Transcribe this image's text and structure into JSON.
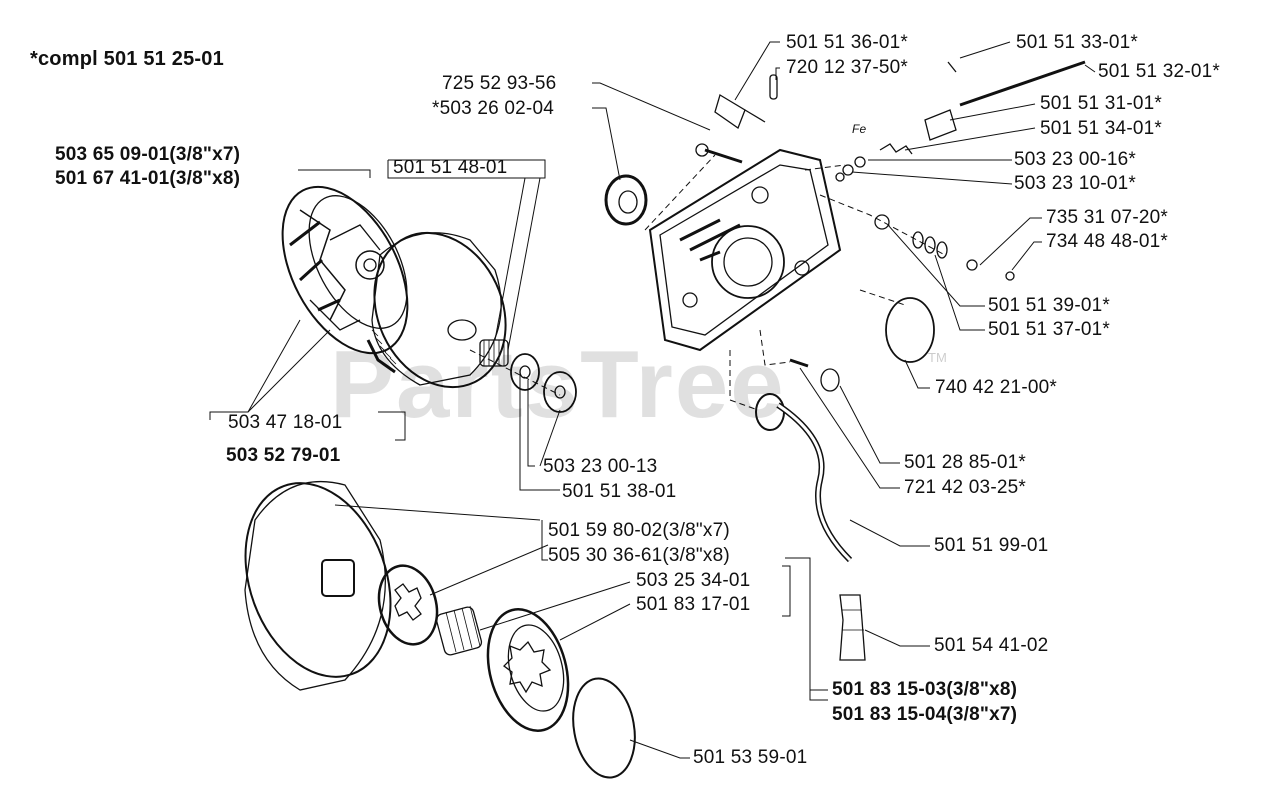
{
  "header": {
    "compl": "*compl 501 51 25-01"
  },
  "watermark": {
    "text": "PartsTree",
    "tm": "TM"
  },
  "parts": {
    "p_503650901": "503 65 09-01(3/8\"x7)",
    "p_501674101": "501 67 41-01(3/8\"x8)",
    "p_501514801": "501 51 48-01",
    "p_503471801": "503 47 18-01",
    "p_503527901": "503 52 79-01",
    "p_503230013": "503 23 00-13",
    "p_501513801": "501 51 38-01",
    "p_725529356": "725 52 93-56",
    "p_503260204": "*503 26 02-04",
    "p_501513601": "501 51 36-01*",
    "p_720123750": "720 12 37-50*",
    "p_501513301": "501 51 33-01*",
    "p_501513201": "501 51 32-01*",
    "p_501513101": "501 51 31-01*",
    "p_501513401": "501 51 34-01*",
    "p_503230016": "503 23 00-16*",
    "p_503231001": "503 23 10-01*",
    "p_735310720": "735 31 07-20*",
    "p_734484801": "734 48 48-01*",
    "p_501513901": "501 51 39-01*",
    "p_501513701": "501 51 37-01*",
    "p_740422100": "740 42 21-00*",
    "p_501288501": "501 28 85-01*",
    "p_721420325": "721 42 03-25*",
    "p_501515901": "501 51 99-01",
    "p_501544102": "501 54 41-02",
    "p_501598002": "501 59 80-02(3/8\"x7)",
    "p_505303661": "505 30 36-61(3/8\"x8)",
    "p_503253401": "503 25 34-01",
    "p_501831701": "501 83 17-01",
    "p_501831503": "501 83 15-03(3/8\"x8)",
    "p_501831504": "501 83 15-04(3/8\"x7)",
    "p_501535901": "501 53 59-01",
    "fe_mark": "Fe"
  }
}
